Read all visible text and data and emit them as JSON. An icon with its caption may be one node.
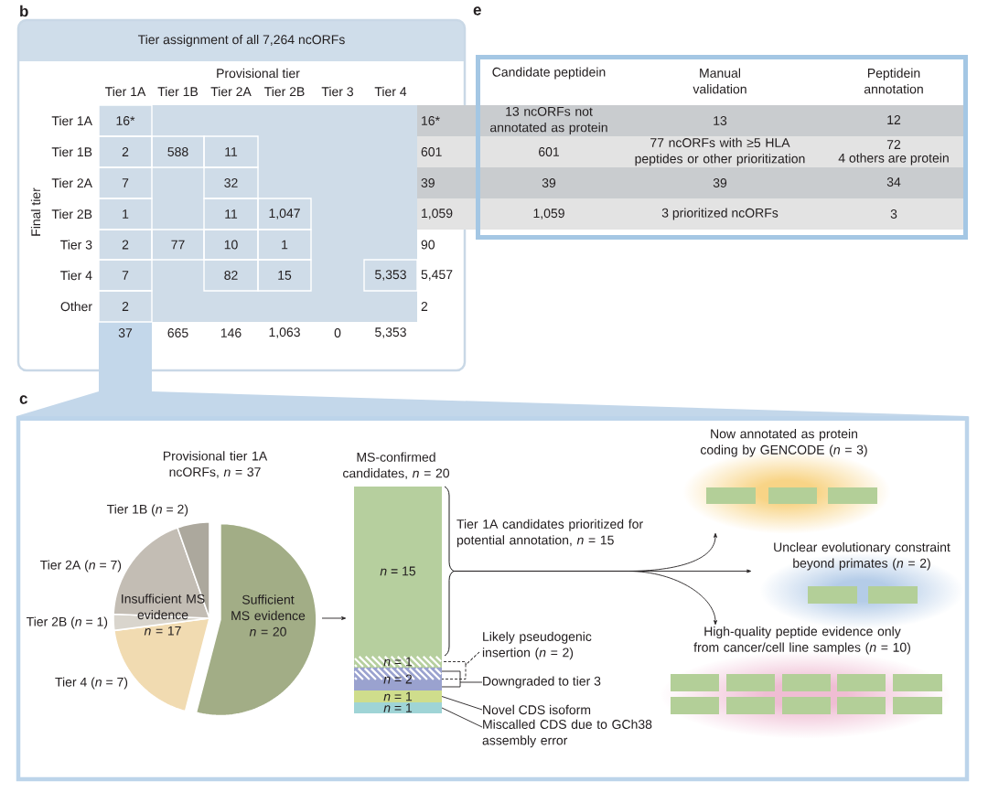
{
  "diagram": {
    "nodes": [
      {
        "text": [
          "Tier assignment of all 7,264 ncORFs"
        ]
      },
      {
        "text": [
          "Provisional tier 1A ncORFs, *n* = 37",
          "Insufficient MS evidence *n* = 17",
          "Sufficient MS evidence *n* = 20",
          "Tier 1B (*n* = 2)",
          "Tier 2A (*n* = 7)",
          "Tier 2B (*n* = 1)",
          "Tier 4 (*n* = 7)"
        ]
      },
      {
        "text": [
          "MS-confirmed candidates, *n* = 20"
        ]
      },
      {
        "text": [
          "*n* = 15"
        ],
        "in": 2
      },
      {
        "text": [
          "*n* = 1"
        ],
        "in": 2
      },
      {
        "text": [
          "*n* = 2"
        ],
        "in": 2
      },
      {
        "text": [
          "*n* = 1"
        ],
        "in": 2
      },
      {
        "text": [
          "*n* = 1"
        ],
        "in": 2
      },
      {
        "text": [],
        "shape": "brace",
        "beside": [
          "Tier 1A candidates prioritized for potential annotation, *n* = 15"
        ]
      },
      {
        "text": [
          "Now annotated as protein coding by GENCODE (*n* = 3)"
        ]
      },
      {
        "text": [
          "Unclear evolutionary constraint beyond primates (*n* = 2)"
        ]
      },
      {
        "text": [
          "High-quality peptide evidence only from cancer/cell line samples (*n* = 10)"
        ]
      },
      {
        "text": [
          "Likely pseudogenic insertion (*n* = 2)"
        ]
      },
      {
        "text": [
          "Downgraded to tier 3"
        ]
      },
      {
        "text": [
          "Novel CDS isoform"
        ]
      },
      {
        "text": [
          "Miscalled CDS due to GCh38 assembly error"
        ]
      }
    ],
    "edges": [
      {
        "from": 1,
        "to": 2,
        "arrow": "to"
      },
      {
        "from": 8,
        "to": 9,
        "arrow": "to"
      },
      {
        "from": 8,
        "to": 10,
        "arrow": "to"
      },
      {
        "from": 8,
        "to": 11,
        "arrow": "to"
      },
      {
        "from": 12,
        "to": 4,
        "arrow": "none",
        "style": "dashed"
      },
      {
        "from": 12,
        "to": 5,
        "arrow": "none",
        "style": "dashed"
      },
      {
        "from": 13,
        "to": 5,
        "arrow": "none"
      },
      {
        "from": 14,
        "to": 6,
        "arrow": "none"
      },
      {
        "from": 15,
        "to": 7,
        "arrow": "none"
      }
    ],
    "labels": [
      "b",
      "e",
      "Provisional tier",
      "Tier 1A",
      "Tier 1B",
      "Tier 2A",
      "Tier 2B",
      "Tier 3",
      "Tier 4",
      "Final tier",
      "Tier 1A",
      "16*",
      "16*",
      "Tier 1B",
      "2",
      "588",
      "11",
      "601",
      "Tier 2A",
      "7",
      "32",
      "39",
      "Tier 2B",
      "1",
      "11",
      "1,047",
      "1,059",
      "Tier 3",
      "2",
      "77",
      "10",
      "1",
      "90",
      "Tier 4",
      "7",
      "82",
      "15",
      "5,353",
      "5,457",
      "Other",
      "2",
      "2",
      "37",
      "665",
      "146",
      "1,063",
      "0",
      "5,353",
      "Candidate peptidein",
      "Manual validation",
      "Peptidein annotation",
      "13 ncORFs not annotated as protein",
      "13",
      "12",
      "601",
      "77 ncORFs with ≥5 HLA peptides or other prioritization",
      "72",
      "4 others are protein",
      "39",
      "39",
      "34",
      "1,059",
      "3 prioritized ncORFs",
      "3",
      "c"
    ]
  }
}
